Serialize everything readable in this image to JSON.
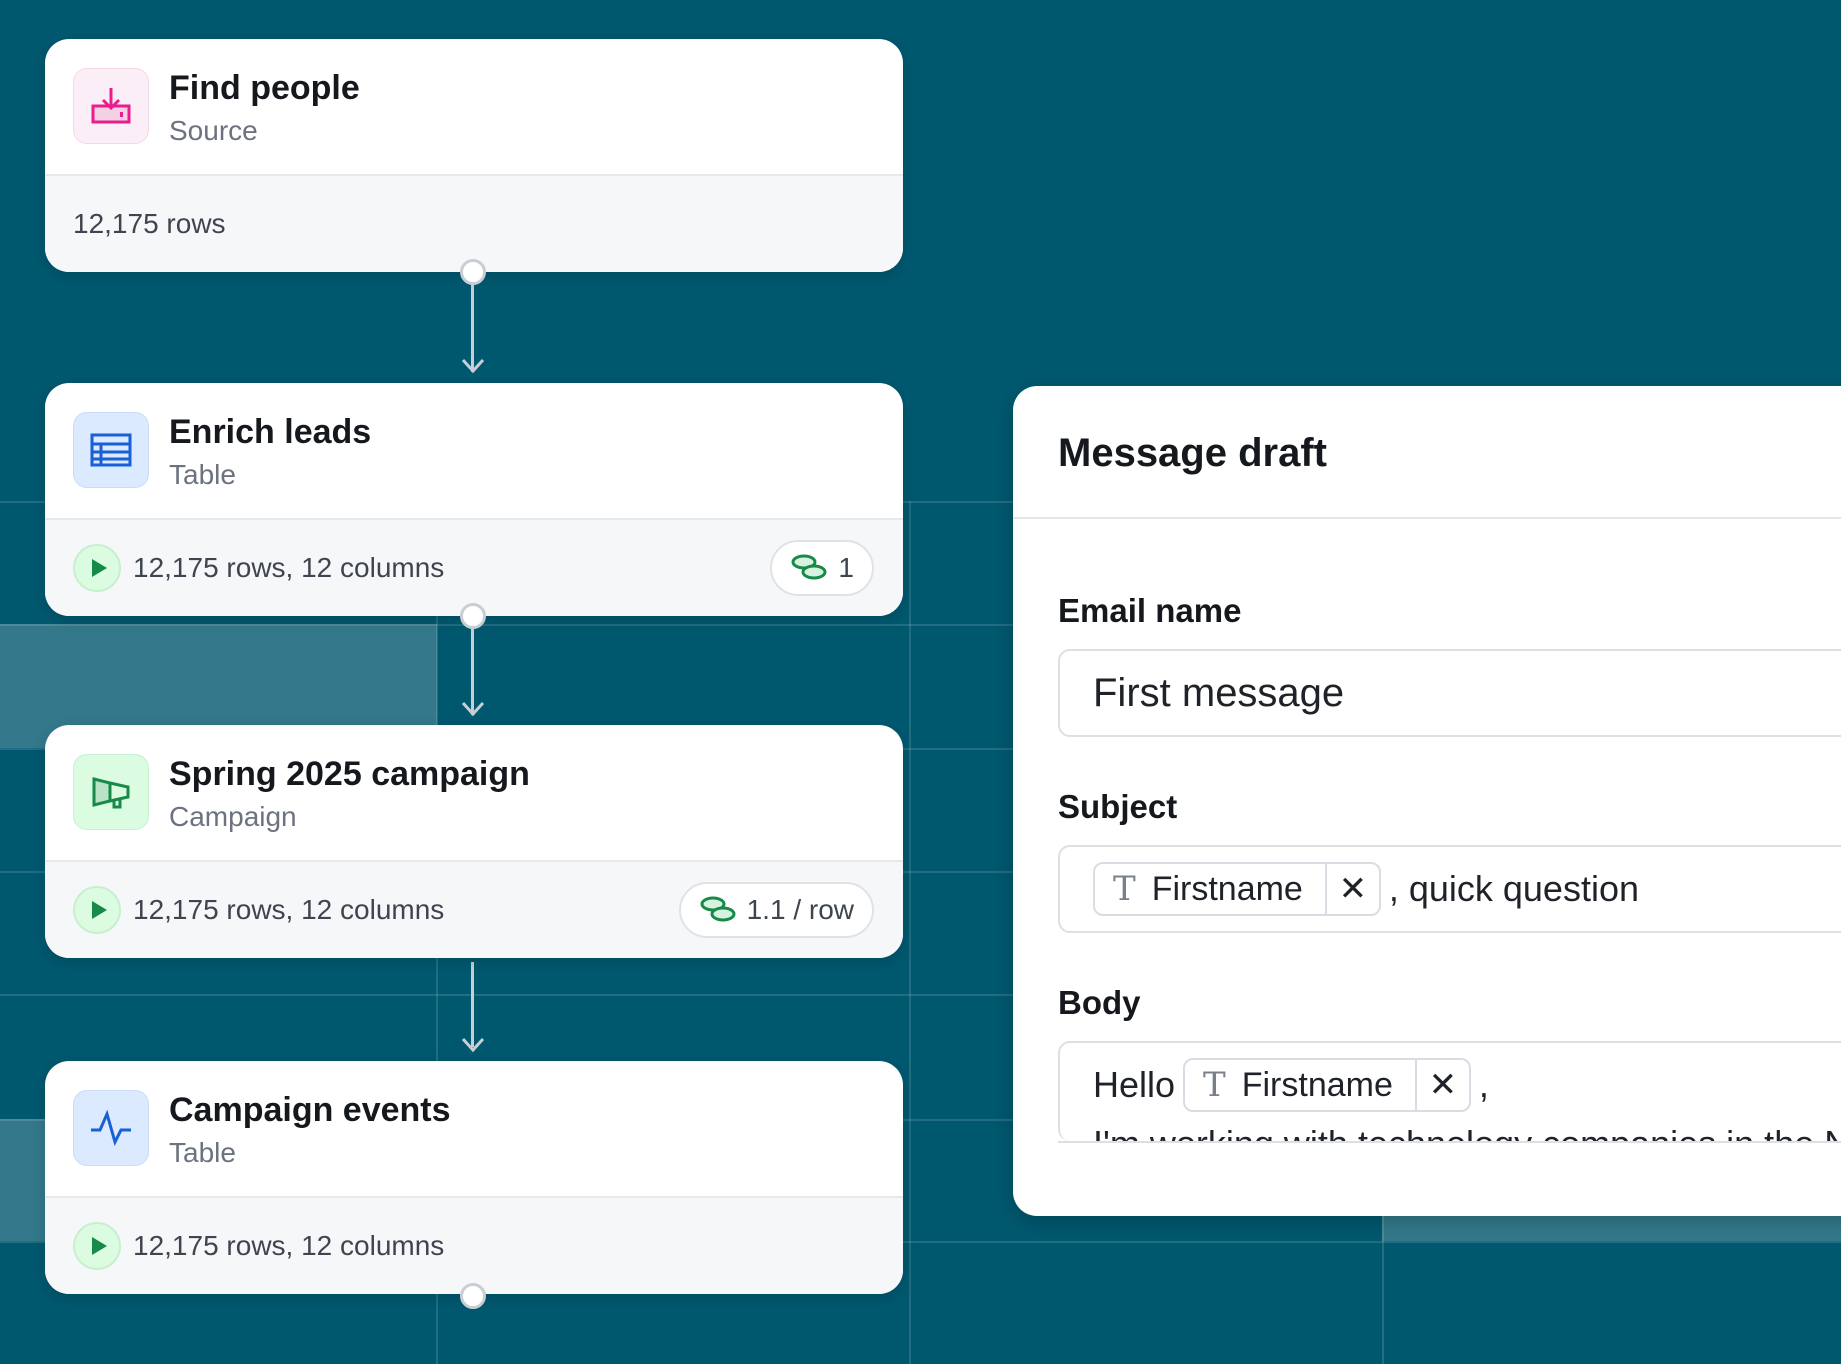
{
  "nodes": [
    {
      "title": "Find people",
      "subtitle": "Source",
      "footer": "12,175 rows",
      "icon": "inbox-download-icon",
      "color": "#e91e8c"
    },
    {
      "title": "Enrich leads",
      "subtitle": "Table",
      "footer": "12,175 rows, 12 columns",
      "icon": "table-icon",
      "color": "#1a5fd6",
      "badge": "1"
    },
    {
      "title": "Spring 2025 campaign",
      "subtitle": "Campaign",
      "footer": "12,175 rows, 12 columns",
      "icon": "megaphone-icon",
      "color": "#178a4a",
      "badge": "1.1 / row"
    },
    {
      "title": "Campaign events",
      "subtitle": "Table",
      "footer": "12,175 rows, 12 columns",
      "icon": "activity-icon",
      "color": "#1a5fd6"
    }
  ],
  "panel": {
    "title": "Message draft",
    "email_name_label": "Email name",
    "email_name_value": "First message",
    "subject_label": "Subject",
    "subject_token": "Firstname",
    "subject_suffix": ", quick question",
    "body_label": "Body",
    "body_prefix": "Hello",
    "body_token": "Firstname",
    "body_suffix": ",",
    "body_line2": "I'm working with technology companies in the N"
  },
  "token_icon": "T",
  "remove_icon": "✕",
  "colors": {
    "background": "#00586f",
    "success": "#178a4a"
  }
}
